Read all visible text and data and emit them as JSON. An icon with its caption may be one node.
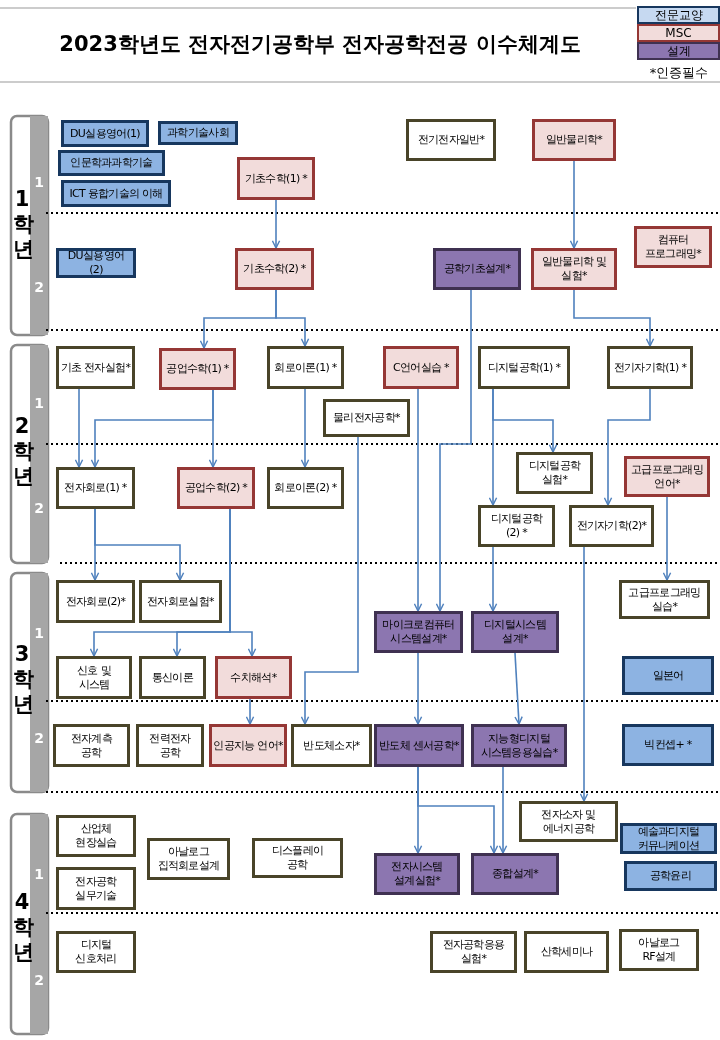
{
  "diagram": {
    "title": "2023학년도 전자전기공학부 전자공학전공 이수체계도",
    "nodes": [
      {
        "text": [
          "DU실용영어(1)"
        ]
      },
      {
        "text": [
          "과학기술사회"
        ]
      },
      {
        "text": [
          "전기전자일반*"
        ]
      },
      {
        "text": [
          "일반물리학*"
        ]
      },
      {
        "text": [
          "인문학과과학기술"
        ]
      },
      {
        "text": [
          "기초수학(1) *"
        ]
      },
      {
        "text": [
          "ICT 융합기술의 이해"
        ]
      },
      {
        "text": [
          "컴퓨터 프로그래밍*"
        ]
      },
      {
        "text": [
          "DU실용영어 (2)"
        ]
      },
      {
        "text": [
          "기초수학(2) *"
        ]
      },
      {
        "text": [
          "공학기초설계*"
        ]
      },
      {
        "text": [
          "일반물리학 및 실험*"
        ]
      },
      {
        "text": [
          "기초 전자실험*"
        ]
      },
      {
        "text": [
          "공업수학(1) *"
        ]
      },
      {
        "text": [
          "회로이론(1) *"
        ]
      },
      {
        "text": [
          "C언어실습 *"
        ]
      },
      {
        "text": [
          "디지털공학(1) *"
        ]
      },
      {
        "text": [
          "전기자기학(1) *"
        ]
      },
      {
        "text": [
          "물리전자공학*"
        ]
      },
      {
        "text": [
          "디지털공학 실험*"
        ]
      },
      {
        "text": [
          "고급프로그래밍언어*"
        ]
      },
      {
        "text": [
          "전자회로(1) *"
        ]
      },
      {
        "text": [
          "공업수학(2) *"
        ]
      },
      {
        "text": [
          "회로이론(2) *"
        ]
      },
      {
        "text": [
          "디지털공학 (2) *"
        ]
      },
      {
        "text": [
          "전기자기학(2)*"
        ]
      },
      {
        "text": [
          "전자회로(2)*"
        ]
      },
      {
        "text": [
          "전자회로실험*"
        ]
      },
      {
        "text": [
          "고급프로그래밍 실습*"
        ]
      },
      {
        "text": [
          "마이크로컴퓨터 시스템설계*"
        ]
      },
      {
        "text": [
          "디지털시스템 설계*"
        ]
      },
      {
        "text": [
          "신호 및 시스템"
        ]
      },
      {
        "text": [
          "통신이론"
        ]
      },
      {
        "text": [
          "수치해석*"
        ]
      },
      {
        "text": [
          "일본어"
        ]
      },
      {
        "text": [
          "전자계측 공학"
        ]
      },
      {
        "text": [
          "전력전자 공학"
        ]
      },
      {
        "text": [
          "인공지능 언어*"
        ]
      },
      {
        "text": [
          "반도체소자*"
        ]
      },
      {
        "text": [
          "반도체 센서공학*"
        ]
      },
      {
        "text": [
          "지능형디지털 시스템응용실습*"
        ]
      },
      {
        "text": [
          "빅컨셉+ *"
        ]
      },
      {
        "text": [
          "전자소자 및 에너지공학"
        ]
      },
      {
        "text": [
          "산업체 현장실습"
        ]
      },
      {
        "text": [
          "예술과디지털 커뮤니케이션"
        ]
      },
      {
        "text": [
          "아날로그 집적회로설계"
        ]
      },
      {
        "text": [
          "디스플레이 공학"
        ]
      },
      {
        "text": [
          "전자시스템 설계실험*"
        ]
      },
      {
        "text": [
          "종합설계*"
        ]
      },
      {
        "text": [
          "공학윤리"
        ]
      },
      {
        "text": [
          "전자공학 실무기술"
        ]
      },
      {
        "text": [
          "디지털 신호처리"
        ]
      },
      {
        "text": [
          "전자공학응용 실험*"
        ]
      },
      {
        "text": [
          "산학세미나"
        ]
      },
      {
        "text": [
          "아날로그 RF설계"
        ]
      }
    ],
    "edges": [
      {
        "from": 5,
        "to": 9,
        "arrow": "to"
      },
      {
        "from": 3,
        "to": 11,
        "arrow": "to"
      },
      {
        "from": 9,
        "to": 13,
        "arrow": "to"
      },
      {
        "from": 9,
        "to": 14,
        "arrow": "to"
      },
      {
        "from": 11,
        "to": 17,
        "arrow": "to"
      },
      {
        "from": 10,
        "to": 29,
        "arrow": "to"
      },
      {
        "from": 15,
        "to": 29,
        "arrow": "to"
      },
      {
        "from": 16,
        "to": 24,
        "arrow": "to"
      },
      {
        "from": 16,
        "to": 19,
        "arrow": "to"
      },
      {
        "from": 17,
        "to": 25,
        "arrow": "to"
      },
      {
        "from": 12,
        "to": 21,
        "arrow": "to"
      },
      {
        "from": 13,
        "to": 21,
        "arrow": "to"
      },
      {
        "from": 13,
        "to": 22,
        "arrow": "to"
      },
      {
        "from": 14,
        "to": 23,
        "arrow": "to"
      },
      {
        "from": 18,
        "to": 38,
        "arrow": "to"
      },
      {
        "from": 20,
        "to": 28,
        "arrow": "to"
      },
      {
        "from": 24,
        "to": 30,
        "arrow": "to"
      },
      {
        "from": 25,
        "to": 42,
        "arrow": "to"
      },
      {
        "from": 21,
        "to": 26,
        "arrow": "to"
      },
      {
        "from": 21,
        "to": 27,
        "arrow": "to"
      },
      {
        "from": 22,
        "to": 31,
        "arrow": "to"
      },
      {
        "from": 22,
        "to": 32,
        "arrow": "to"
      },
      {
        "from": 22,
        "to": 33,
        "arrow": "to"
      },
      {
        "from": 33,
        "to": 37,
        "arrow": "to"
      },
      {
        "from": 29,
        "to": 39,
        "arrow": "to"
      },
      {
        "from": 30,
        "to": 40,
        "arrow": "to"
      },
      {
        "from": 39,
        "to": 47,
        "arrow": "to"
      },
      {
        "from": 39,
        "to": 48,
        "arrow": "to"
      },
      {
        "from": 40,
        "to": 48,
        "arrow": "to"
      }
    ],
    "labels": [
      "*인증필수",
      "1학년",
      "1",
      "2",
      "2학년",
      "1",
      "2",
      "3학년",
      "1",
      "2",
      "4학년",
      "1",
      "2"
    ],
    "legend": [
      {
        "text": "전문교양",
        "color": "#c6d9f1"
      },
      {
        "text": "MSC",
        "color": "#f2dcdb"
      },
      {
        "text": "설계",
        "color": "#8c76b0"
      }
    ]
  }
}
